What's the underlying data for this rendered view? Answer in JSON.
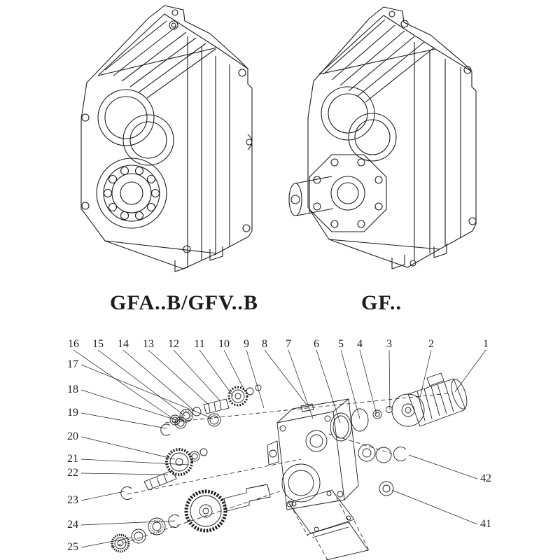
{
  "page": {
    "background": "#ffffff",
    "line_color": "#1c1c1c",
    "callout_color": "#222222"
  },
  "figures": {
    "left_label": "GFA..B/GFV..B",
    "right_label": "GF.."
  },
  "exploded_view": {
    "top_callouts": [
      "16",
      "15",
      "14",
      "13",
      "12",
      "11",
      "10",
      "9",
      "8",
      "7",
      "6",
      "5",
      "4",
      "3",
      "2",
      "1"
    ],
    "left_callouts": [
      "17",
      "18",
      "19",
      "20",
      "21",
      "22",
      "23",
      "24",
      "25"
    ],
    "right_callouts": [
      "42",
      "41"
    ]
  }
}
